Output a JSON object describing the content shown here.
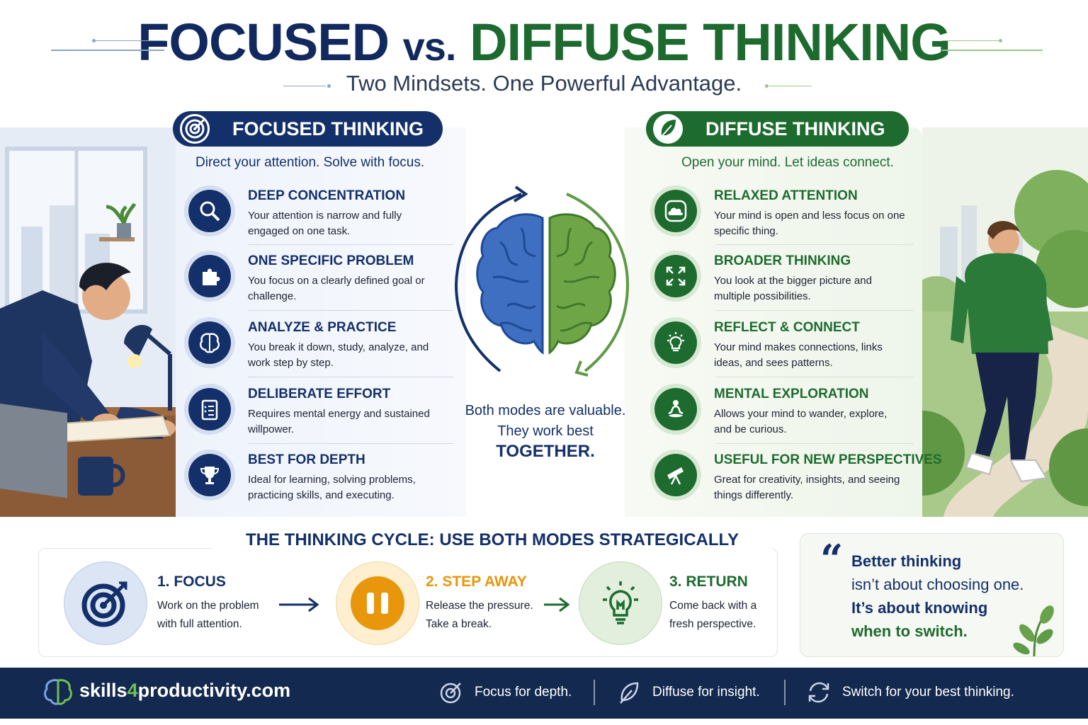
{
  "header": {
    "title_focused": "FOCUSED",
    "title_vs": "vs.",
    "title_diffuse": "DIFFUSE THINKING",
    "subtitle": "Two Mindsets. One Powerful Advantage."
  },
  "focused": {
    "heading": "FOCUSED THINKING",
    "tagline": "Direct your attention. Solve with focus.",
    "items": [
      {
        "icon": "magnifier-icon",
        "title": "DEEP CONCENTRATION",
        "desc": "Your attention is narrow and fully engaged on one task."
      },
      {
        "icon": "puzzle-icon",
        "title": "ONE SPECIFIC PROBLEM",
        "desc": "You focus on a clearly defined goal or challenge."
      },
      {
        "icon": "brain-icon",
        "title": "ANALYZE & PRACTICE",
        "desc": "You break it down, study, analyze, and work step by step."
      },
      {
        "icon": "checklist-icon",
        "title": "DELIBERATE EFFORT",
        "desc": "Requires mental energy and sustained willpower."
      },
      {
        "icon": "trophy-icon",
        "title": "BEST FOR DEPTH",
        "desc": "Ideal for learning, solving problems, practicing skills, and executing."
      }
    ]
  },
  "diffuse": {
    "heading": "DIFFUSE THINKING",
    "tagline": "Open your mind. Let ideas connect.",
    "items": [
      {
        "icon": "cloud-icon",
        "title": "RELAXED ATTENTION",
        "desc": "Your mind is open and less focus on one specific thing."
      },
      {
        "icon": "expand-arrows-icon",
        "title": "BROADER THINKING",
        "desc": "You look at the bigger picture and multiple possibilities."
      },
      {
        "icon": "lightbulb-icon",
        "title": "REFLECT & CONNECT",
        "desc": "Your mind makes connections, links ideas, and sees patterns."
      },
      {
        "icon": "meditation-icon",
        "title": "MENTAL EXPLORATION",
        "desc": "Allows your mind to wander, explore, and be curious."
      },
      {
        "icon": "telescope-icon",
        "title": "USEFUL FOR NEW PERSPECTIVES",
        "desc": "Great for creativity, insights, and seeing things differently."
      }
    ]
  },
  "center": {
    "line1": "Both modes are valuable.",
    "line2": "They work best",
    "together": "TOGETHER."
  },
  "cycle": {
    "title": "THE THINKING CYCLE: USE BOTH MODES STRATEGICALLY",
    "steps": [
      {
        "icon": "target-icon",
        "title": "1. FOCUS",
        "line1": "Work on the problem",
        "line2": "with full attention.",
        "color": "#14306a"
      },
      {
        "icon": "pause-icon",
        "title": "2. STEP AWAY",
        "line1": "Release the pressure.",
        "line2": "Take a break.",
        "color": "#e8960c"
      },
      {
        "icon": "lightbulb-icon",
        "title": "3. RETURN",
        "line1": "Come back with a",
        "line2": "fresh perspective.",
        "color": "#1e6b2f"
      }
    ]
  },
  "quote": {
    "mark": "“",
    "line1": "Better thinking",
    "line2": "isn’t about choosing one.",
    "line3": "It’s about knowing",
    "line4": "when to switch."
  },
  "footer": {
    "site_pre": "skills",
    "site_num": "4",
    "site_post": "productivity.com",
    "items": [
      {
        "icon": "target-icon",
        "text": "Focus for depth."
      },
      {
        "icon": "leaf-icon",
        "text": "Diffuse for insight."
      },
      {
        "icon": "cycle-arrows-icon",
        "text": "Switch for your best thinking."
      }
    ]
  },
  "colors": {
    "navy": "#14306a",
    "green": "#1e6b2f",
    "orange": "#e8960c",
    "footer_bg": "#14294f"
  }
}
